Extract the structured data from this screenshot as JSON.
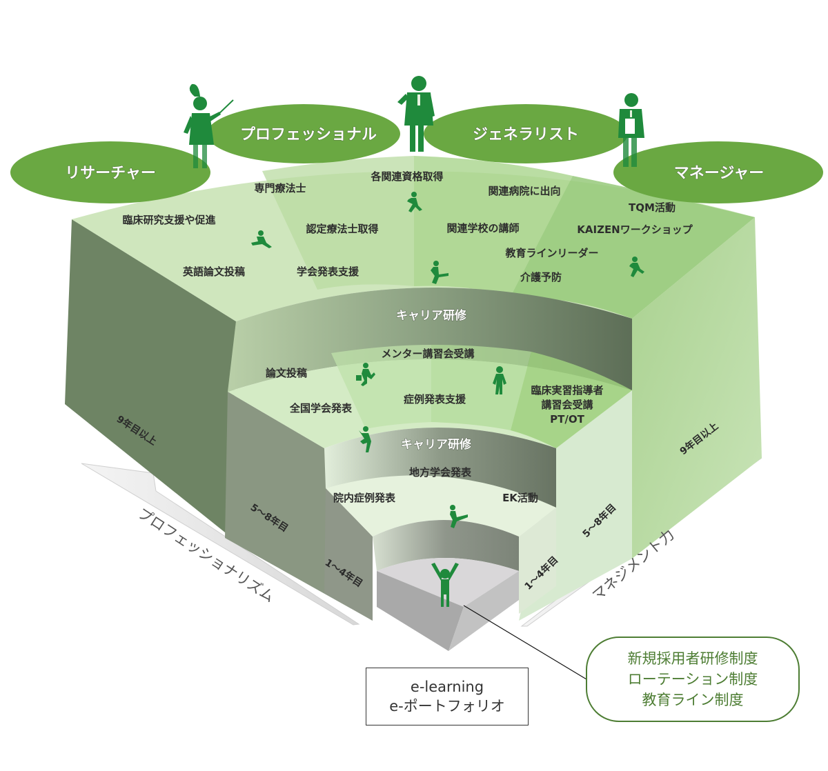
{
  "roles": [
    {
      "id": "researcher",
      "label": "リサーチャー"
    },
    {
      "id": "professional",
      "label": "プロフェッショナル"
    },
    {
      "id": "generalist",
      "label": "ジェネラリスト"
    },
    {
      "id": "manager",
      "label": "マネージャー"
    }
  ],
  "tier_9plus": {
    "items": [
      "専門療法士",
      "各関連資格取得",
      "関連病院に出向",
      "臨床研究支援や促進",
      "認定療法士取得",
      "関連学校の講師",
      "TQM活動",
      "KAIZENワークショップ",
      "教育ラインリーダー",
      "英語論文投稿",
      "学会発表支援",
      "介護予防"
    ],
    "year_label": "9年目以上"
  },
  "career_training_label": "キャリア研修",
  "tier_5to8": {
    "items": [
      "メンター講習会受講",
      "論文投稿",
      "症例発表支援",
      "全国学会発表",
      "臨床実習指導者",
      "講習会受講",
      "PT/OT"
    ],
    "year_label": "5〜8年目"
  },
  "tier_1to4": {
    "items": [
      "地方学会発表",
      "院内症例発表",
      "EK活動"
    ],
    "year_label": "1〜4年目"
  },
  "axes": {
    "left": "プロフェッショナリズム",
    "right": "マネジメント力"
  },
  "elearning_box": [
    "e-learning",
    "e-ポートフォリオ"
  ],
  "callout": [
    "新規採用者研修制度",
    "ローテーション制度",
    "教育ライン制度"
  ],
  "colors": {
    "role_ellipse": "#6aa842",
    "figure_green": "#1f8a3c",
    "top_light": "#cfe6bd",
    "top_mid": "#b6da9c",
    "top_bright": "#9ccc7c",
    "side_dark": "#6f8566",
    "side_light": "#c5e0b2",
    "callout_border": "#4d7d33"
  }
}
